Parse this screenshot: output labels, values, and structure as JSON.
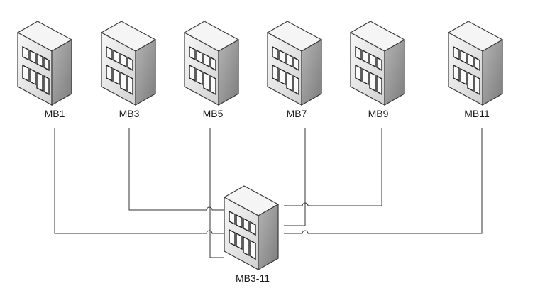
{
  "nodes": [
    {
      "id": "mb1",
      "label": "MB1",
      "icon": "building-icon"
    },
    {
      "id": "mb3",
      "label": "MB3",
      "icon": "building-icon"
    },
    {
      "id": "mb5",
      "label": "MB5",
      "icon": "building-icon"
    },
    {
      "id": "mb7",
      "label": "MB7",
      "icon": "building-icon"
    },
    {
      "id": "mb9",
      "label": "MB9",
      "icon": "building-icon"
    },
    {
      "id": "mb11",
      "label": "MB11",
      "icon": "building-icon"
    }
  ],
  "hub": {
    "id": "mb3-11",
    "label": "MB3-11",
    "icon": "building-icon"
  },
  "connections": [
    {
      "from": "mb1",
      "to": "mb3-11"
    },
    {
      "from": "mb3",
      "to": "mb3-11"
    },
    {
      "from": "mb5",
      "to": "mb3-11"
    },
    {
      "from": "mb7",
      "to": "mb3-11"
    },
    {
      "from": "mb9",
      "to": "mb3-11"
    },
    {
      "from": "mb11",
      "to": "mb3-11"
    }
  ],
  "colors": {
    "line": "#333333",
    "building_front": "#e6e6e6",
    "building_side": "#9c9c9c",
    "building_top": "#f4f4f4"
  }
}
